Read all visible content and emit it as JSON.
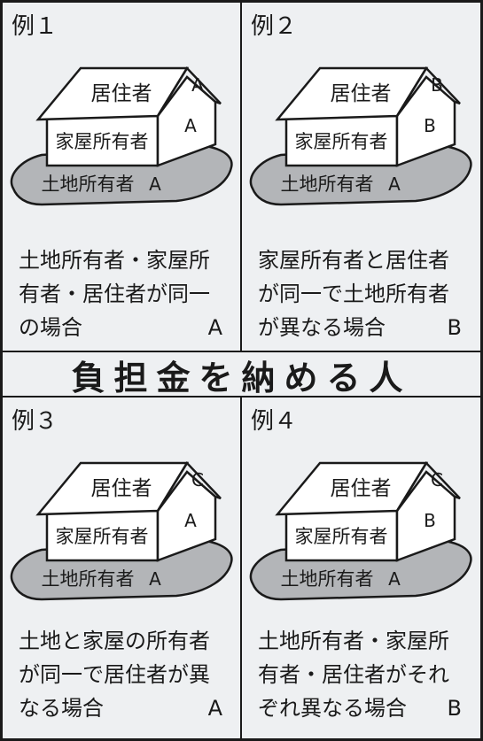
{
  "banner_title": "負担金を納める人",
  "examples": [
    {
      "label": "例１",
      "resident": "居住者",
      "house_owner": "家屋所有者",
      "land_owner": "土地所有者",
      "payer_roof": "A",
      "payer_wall": "A",
      "payer_land": "A",
      "caption_lines": [
        "土地所有者・家屋所",
        "有者・居住者が同一",
        "の場合"
      ],
      "caption_payer": "A"
    },
    {
      "label": "例２",
      "resident": "居住者",
      "house_owner": "家屋所有者",
      "land_owner": "土地所有者",
      "payer_roof": "B",
      "payer_wall": "B",
      "payer_land": "A",
      "caption_lines": [
        "家屋所有者と居住者",
        "が同一で土地所有者",
        "が異なる場合"
      ],
      "caption_payer": "B"
    },
    {
      "label": "例３",
      "resident": "居住者",
      "house_owner": "家屋所有者",
      "land_owner": "土地所有者",
      "payer_roof": "C",
      "payer_wall": "A",
      "payer_land": "A",
      "caption_lines": [
        "土地と家屋の所有者",
        "が同一で居住者が異",
        "なる場合"
      ],
      "caption_payer": "A"
    },
    {
      "label": "例４",
      "resident": "居住者",
      "house_owner": "家屋所有者",
      "land_owner": "土地所有者",
      "payer_roof": "C",
      "payer_wall": "B",
      "payer_land": "A",
      "caption_lines": [
        "土地所有者・家屋所",
        "有者・居住者がそれ",
        "ぞれ異なる場合"
      ],
      "caption_payer": "B"
    }
  ],
  "colors": {
    "land": "#b3b5b8",
    "house": "#ffffff",
    "ink": "#1a1a1a",
    "background": "#eef0f2"
  }
}
